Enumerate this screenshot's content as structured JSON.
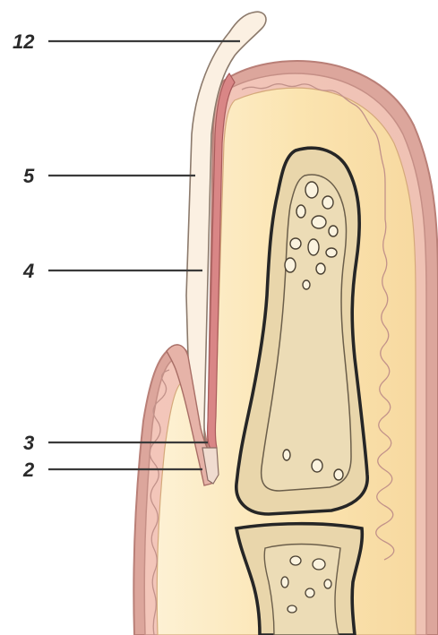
{
  "callouts": [
    {
      "id": "12",
      "label": "12"
    },
    {
      "id": "5",
      "label": "5"
    },
    {
      "id": "4",
      "label": "4"
    },
    {
      "id": "3",
      "label": "3"
    },
    {
      "id": "2",
      "label": "2"
    }
  ],
  "colors": {
    "background": "#ffffff",
    "skin_outer": "#d9a39b",
    "dermis": "#f6d2c6",
    "pulp": "#fbe7ba",
    "pulp_light": "#fdf0cf",
    "bone": "#e6d4aa",
    "bone_outline": "#2b2b2b",
    "nail_plate": "#fbeee0",
    "nail_bed": "#d98a8a",
    "leader_line": "#3a3a3a"
  }
}
